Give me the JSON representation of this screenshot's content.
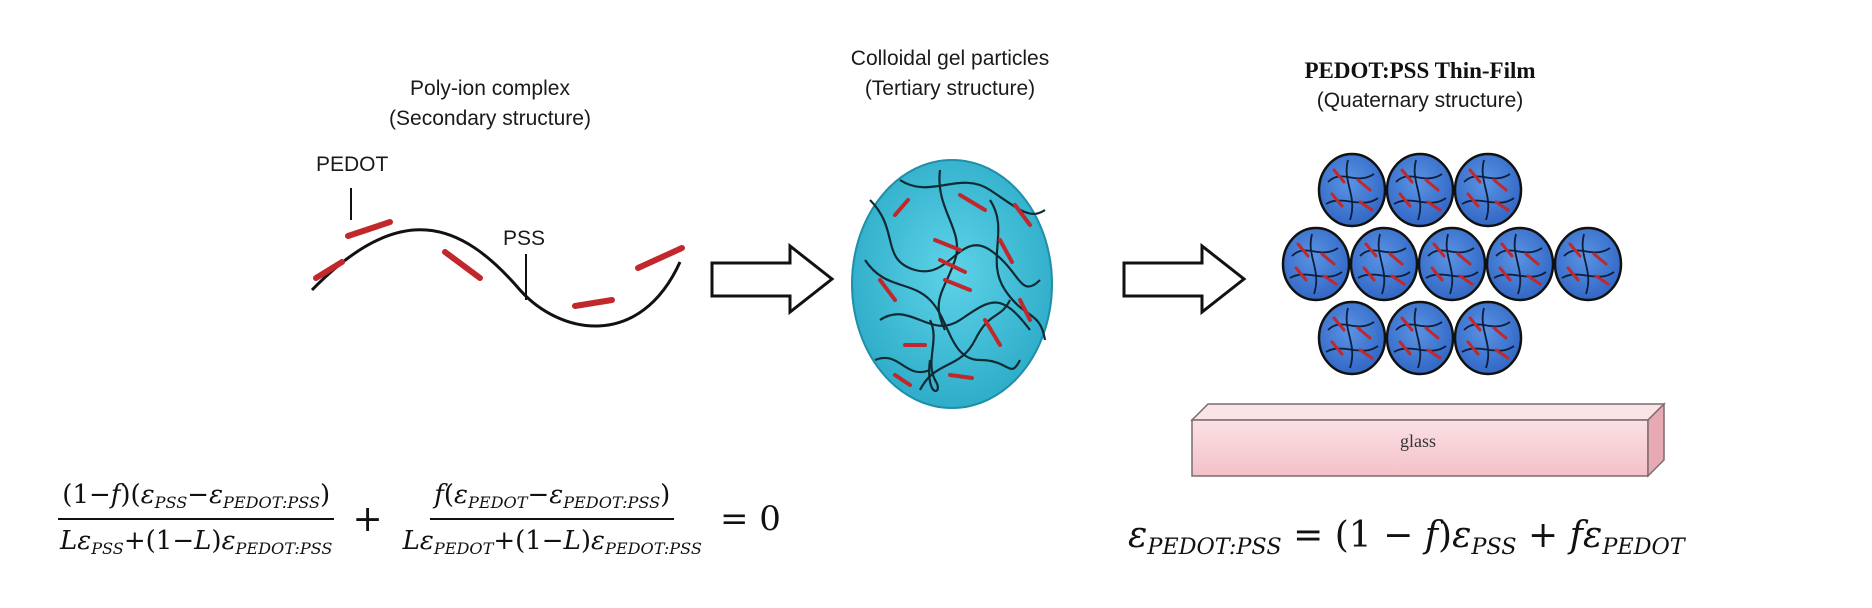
{
  "stage1": {
    "title_line1": "Poly-ion complex",
    "title_line2": "(Secondary structure)",
    "pedot_label": "PEDOT",
    "pss_label": "PSS"
  },
  "stage2": {
    "title_line1": "Colloidal gel particles",
    "title_line2": "(Tertiary structure)"
  },
  "stage3": {
    "title_line1": "PEDOT:PSS Thin-Film",
    "title_line2": "(Quaternary structure)",
    "substrate_label": "glass"
  },
  "equations": {
    "left_num_a": "(1−",
    "left_num_f": "f",
    "left_num_b": ")(",
    "eps": "ε",
    "sub_pss": "PSS",
    "sub_pedot": "PEDOT",
    "sub_pedot_pss": "PEDOT:PSS",
    "minus": "−",
    "L": "L",
    "plus": "+",
    "one_minus": "(1−",
    "close": ")",
    "open": "(",
    "equals_zero": "= 0",
    "right_eq": "=",
    "right_mid": "(1 − ",
    "right_plus": " + "
  },
  "colors": {
    "pedot_red": "#c0282c",
    "particle_cyan": "#3cbfd8",
    "sphere_blue": "#3b7bd6",
    "glass_pink": "#f6c3cb"
  }
}
